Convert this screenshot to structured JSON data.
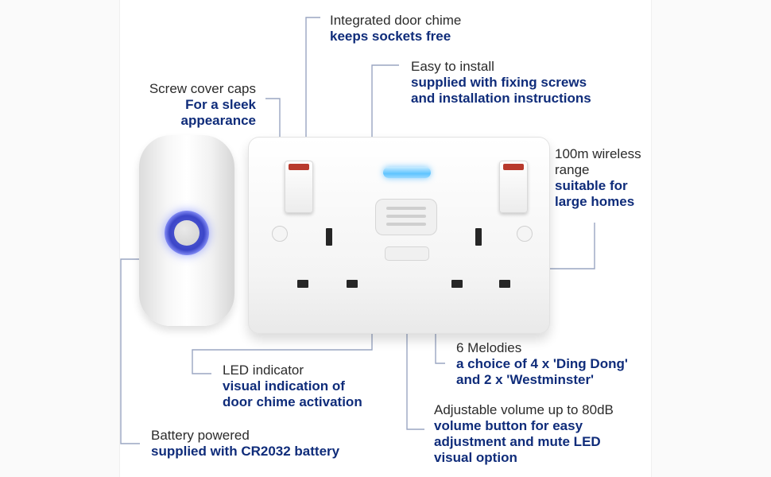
{
  "callouts": {
    "door_chime": {
      "heading": "Integrated door chime",
      "detail": "keeps sockets free"
    },
    "install": {
      "heading": "Easy to install",
      "detail_line1": "supplied with fixing screws",
      "detail_line2": "and installation instructions"
    },
    "screw_caps": {
      "heading": "Screw cover caps",
      "detail_line1": "For a sleek",
      "detail_line2": "appearance"
    },
    "wireless": {
      "heading_line1": "100m wireless",
      "heading_line2": "range",
      "detail_line1": "suitable for",
      "detail_line2": "large homes"
    },
    "melodies": {
      "heading": "6 Melodies",
      "detail_line1": "a choice of 4 x 'Ding Dong'",
      "detail_line2": "and 2 x 'Westminster'"
    },
    "led": {
      "heading": "LED indicator",
      "detail_line1": "visual indication of",
      "detail_line2": "door chime activation"
    },
    "volume": {
      "heading": "Adjustable volume up to 80dB",
      "detail_line1": "volume button for easy",
      "detail_line2": "adjustment and mute LED",
      "detail_line3": "visual option"
    },
    "battery": {
      "heading": "Battery powered",
      "detail": "supplied with CR2032 battery"
    }
  },
  "colors": {
    "heading": "#2b2b2b",
    "detail": "#0f2c7a",
    "leader_line": "#9aa6c2"
  }
}
